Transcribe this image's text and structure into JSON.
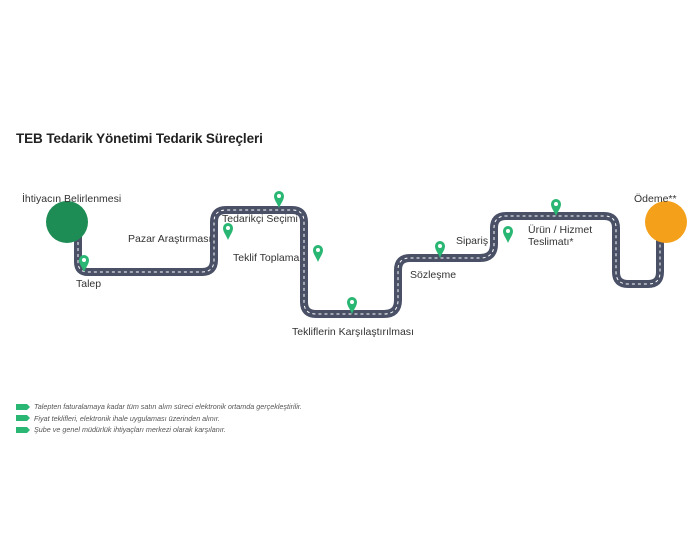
{
  "title": "TEB Tedarik Yönetimi Tedarik Süreçleri",
  "colors": {
    "road": "#4a5066",
    "road_dash": "#ffffff",
    "pin": "#2ab673",
    "start_circle": "#1e8c55",
    "end_circle": "#f5a01a"
  },
  "steps": [
    {
      "label": "İhtiyacın Belirlenmesi"
    },
    {
      "label": "Talep"
    },
    {
      "label": "Pazar Araştırması"
    },
    {
      "label": "Tedarikçi Seçimi"
    },
    {
      "label": "Teklif Toplama"
    },
    {
      "label": "Tekliflerin Karşılaştırılması"
    },
    {
      "label": "Sözleşme"
    },
    {
      "label": "Sipariş"
    },
    {
      "label": "Ürün / Hizmet",
      "label2": "Teslimatı*"
    },
    {
      "label": "Ödeme**"
    }
  ],
  "notes": [
    "Talepten faturalamaya kadar tüm satın alım süreci elektronik ortamda gerçekleştirilir.",
    "Fiyat teklifleri, elektronik ihale uygulaması üzerinden alınır.",
    "Şube ve genel müdürlük ihtiyaçları merkezi olarak karşılanır."
  ]
}
